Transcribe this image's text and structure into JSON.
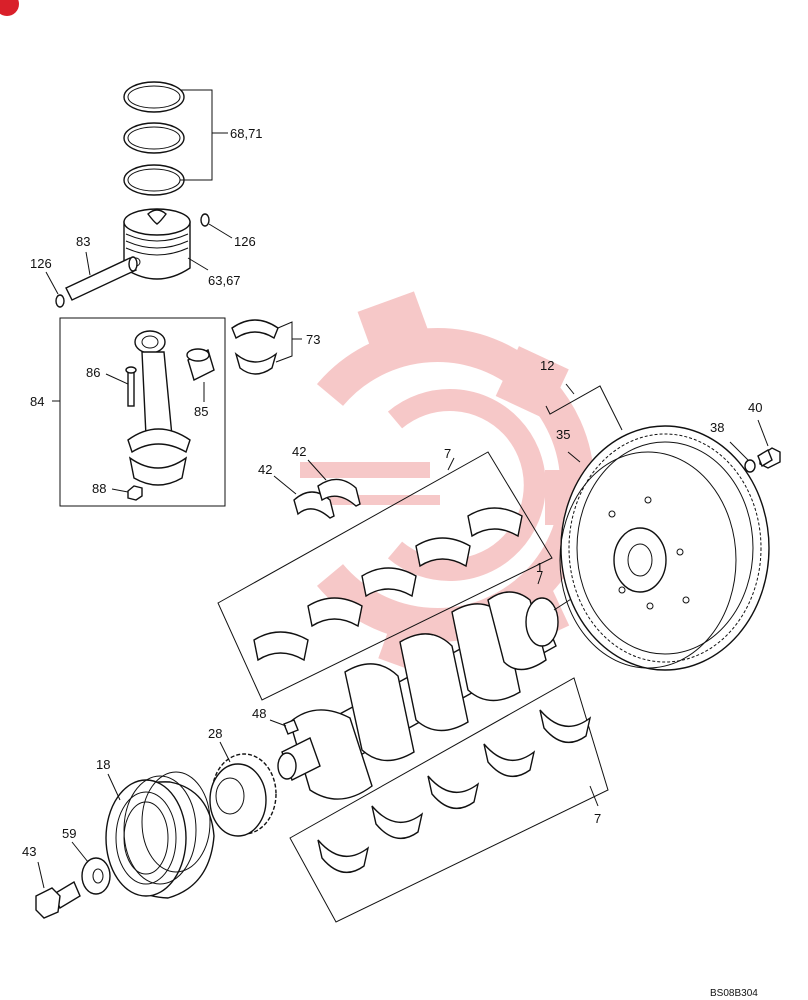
{
  "drawing_code": "BS08B304",
  "callouts": {
    "p68_71": "68,71",
    "p126_right": "126",
    "p126_left": "126",
    "p83": "83",
    "p63_67": "63,67",
    "p73": "73",
    "p84": "84",
    "p86": "86",
    "p85": "85",
    "p88": "88",
    "p12": "12",
    "p35": "35",
    "p38": "38",
    "p40": "40",
    "p42_a": "42",
    "p42_b": "42",
    "p7_upper": "7",
    "p1": "1",
    "p48": "48",
    "p28": "28",
    "p18": "18",
    "p59": "59",
    "p43": "43",
    "p7_lower": "7"
  },
  "icons": {
    "corner_badge": "corner-badge-icon",
    "watermark": "gear-watermark-icon"
  },
  "colors": {
    "line": "#111111",
    "watermark": "#f6c3c3",
    "badge": "#d9202a"
  }
}
